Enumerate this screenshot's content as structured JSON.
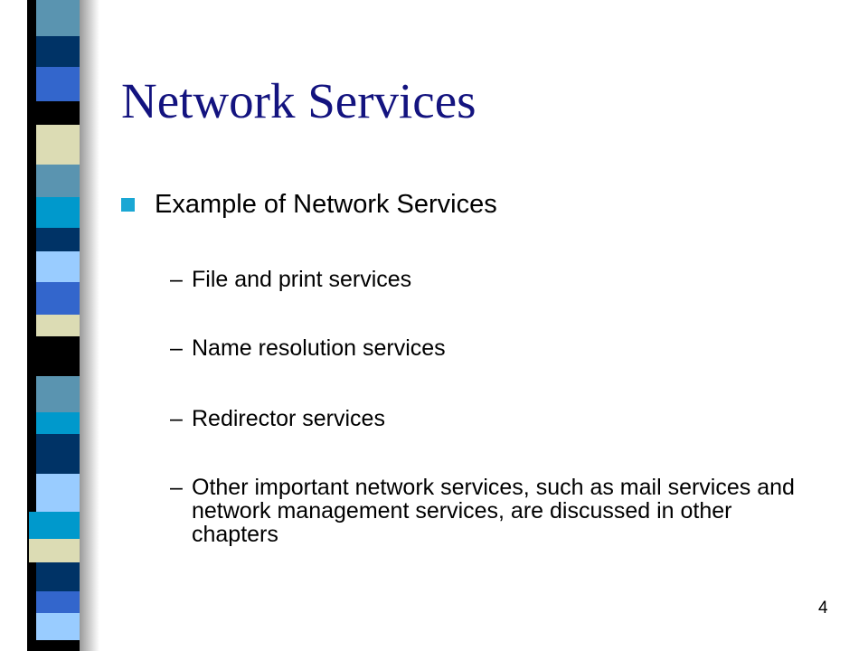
{
  "slide": {
    "title": "Network Services",
    "bullet": "Example of Network Services",
    "dash": "–",
    "subitems": [
      "File and print services",
      "Name resolution services",
      "Redirector services",
      "Other important network services, such as mail services and network management services, are discussed in other chapters"
    ],
    "page_number": "4"
  },
  "theme": {
    "title_color": "#13137f",
    "bullet_color": "#1aa7d4",
    "stripe_colors": [
      "#5a94b0",
      "#003366",
      "#3366cc",
      "#000000",
      "#dcdcb4",
      "#0099cc",
      "#99ccff"
    ]
  }
}
